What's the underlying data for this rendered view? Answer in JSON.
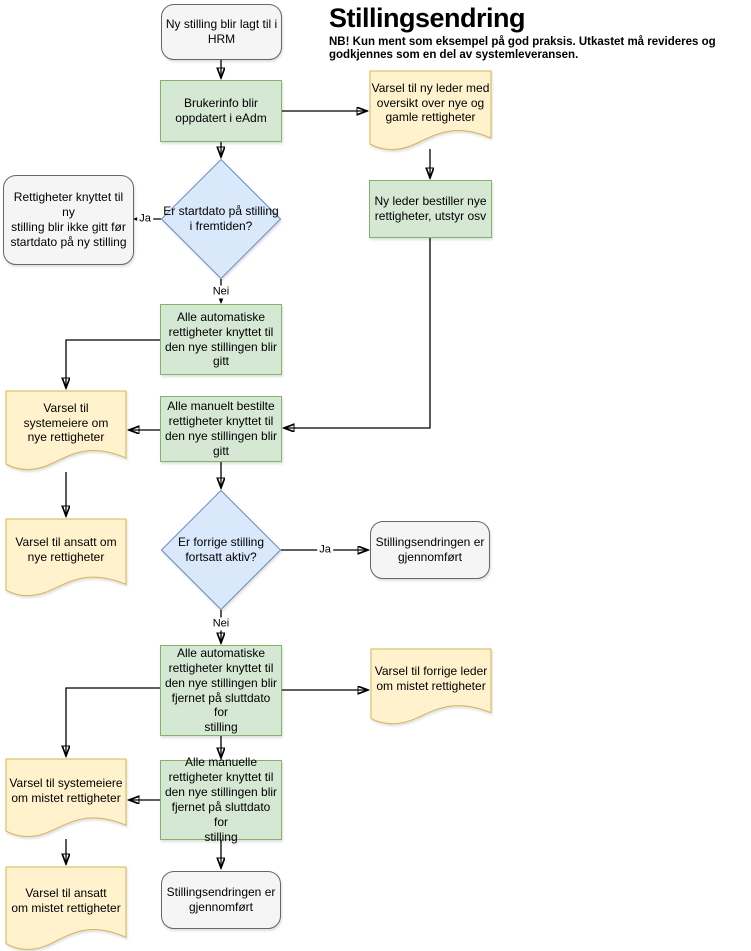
{
  "title": "Stillingsendring",
  "subtitle": "NB! Kun ment som eksempel på god praksis. Utkastet må revideres og\ngodkjennes som en del av systemleveransen.",
  "colors": {
    "green_fill": "#d5e8d4",
    "green_stroke": "#82b366",
    "blue_fill": "#dae8fc",
    "blue_stroke": "#6c8ebf",
    "yellow_fill": "#fff2cc",
    "yellow_stroke": "#d6b656",
    "grey_fill": "#f5f5f5",
    "grey_stroke": "#666666",
    "connector": "#000000"
  },
  "nodes": {
    "hrm": {
      "label": "Ny stilling blir lagt til i\nHRM"
    },
    "brukerinfo": {
      "label": "Brukerinfo blir\noppdatert i eAdm"
    },
    "varsel_ny_leder": {
      "label": "Varsel til ny leder med\noversikt over nye og\ngamle rettigheter"
    },
    "ny_leder_bestiller": {
      "label": "Ny leder bestiller nye\nrettigheter, utstyr osv"
    },
    "startdato_diamond": {
      "label": "Er startdato på stilling\ni fremtiden?"
    },
    "rettigheter_ikke_gitt": {
      "label": "Rettigheter knyttet til ny\nstilling blir ikke gitt før\nstartdato på ny stilling"
    },
    "auto_rettigheter_gitt": {
      "label": "Alle automatiske\nrettigheter knyttet til\nden nye stillingen blir\ngitt"
    },
    "manuelt_bestilte_gitt": {
      "label": "Alle manuelt bestilte\nrettigheter knyttet til\nden nye stillingen blir\ngitt"
    },
    "varsel_systemeiere_nye": {
      "label": "Varsel til\nsystemeiere om\nnye rettigheter"
    },
    "varsel_ansatt_nye": {
      "label": "Varsel til ansatt om\nnye rettigheter"
    },
    "forrige_diamond": {
      "label": "Er forrige stilling\nfortsatt aktiv?"
    },
    "gjennomfort_1": {
      "label": "Stillingsendringen er\ngjennomført"
    },
    "auto_rettigheter_fjernet": {
      "label": "Alle automatiske\nrettigheter knyttet til\nden nye stillingen blir\nfjernet på sluttdato for\nstilling"
    },
    "varsel_forrige_leder": {
      "label": "Varsel til forrige leder\nom mistet rettigheter"
    },
    "varsel_systemeiere_mistet": {
      "label": "Varsel til systemeiere\nom mistet rettigheter"
    },
    "manuelle_fjernet": {
      "label": "Alle manuelle\nrettigheter knyttet til\nden nye stillingen blir\nfjernet på sluttdato for\nstilling"
    },
    "gjennomfort_2": {
      "label": "Stillingsendringen er\ngjennomført"
    },
    "varsel_ansatt_mistet": {
      "label": "Varsel til ansatt\nom mistet rettigheter"
    }
  },
  "edge_labels": {
    "ja1": "Ja",
    "nei1": "Nei",
    "ja2": "Ja",
    "nei2": "Nei"
  }
}
